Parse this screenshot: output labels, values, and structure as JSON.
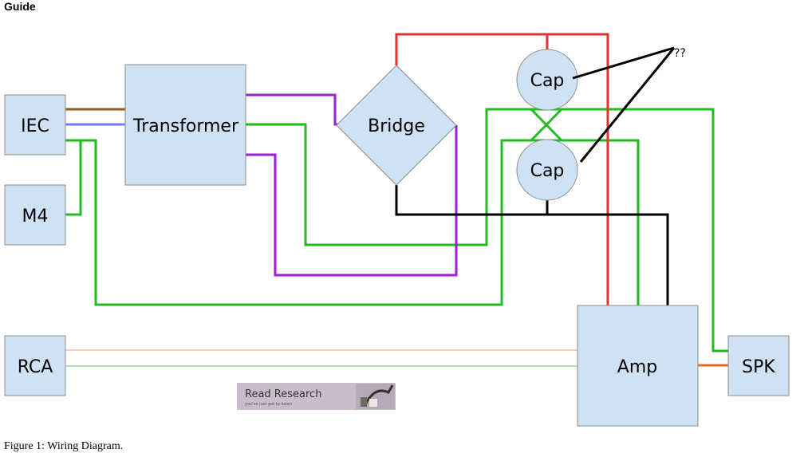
{
  "heading": "Guide",
  "nodes": {
    "iec": "IEC",
    "m4": "M4",
    "transformer": "Transformer",
    "bridge": "Bridge",
    "cap_top": "Cap",
    "cap_bottom": "Cap",
    "rca": "RCA",
    "amp": "Amp",
    "spk": "SPK"
  },
  "annotation": "??",
  "banner": {
    "title": "Read Research",
    "tagline": "you've just got to listen"
  },
  "caption": "Figure 1: Wiring Diagram.",
  "colors": {
    "box_fill": "#cfe2f3",
    "green": "#22bb22",
    "purple": "#9a1fd6",
    "red": "#e03232",
    "black": "#000000",
    "brown": "#8b5a2b",
    "blue": "#7b7bf5",
    "orange": "#e07020"
  }
}
